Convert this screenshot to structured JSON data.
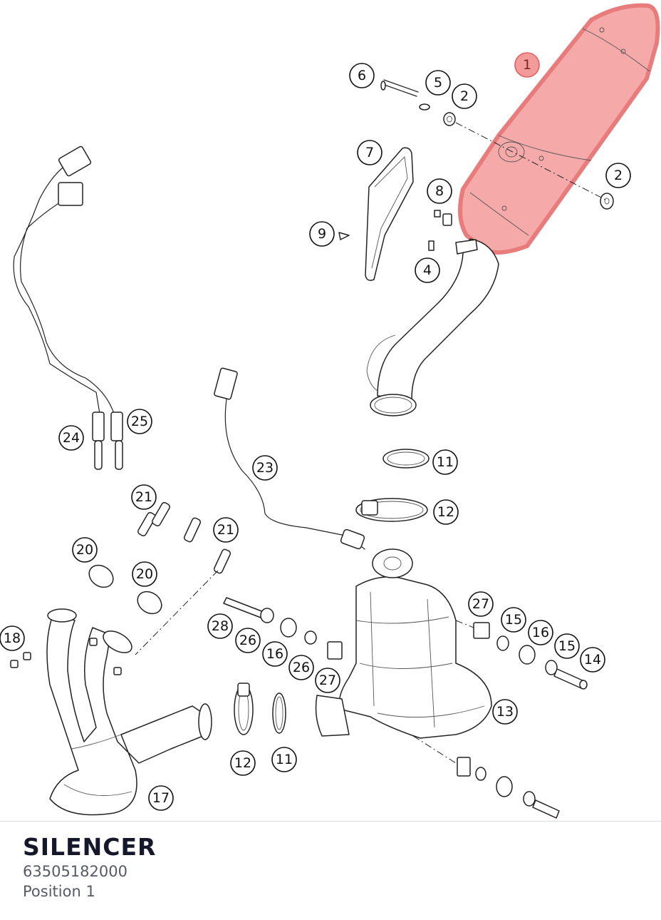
{
  "part": {
    "title": "SILENCER",
    "number": "63505182000",
    "position": "Position 1"
  },
  "highlight_color": "#f08c8c",
  "callouts": [
    {
      "id": "1",
      "label": "1",
      "highlight": true
    },
    {
      "id": "6",
      "label": "6"
    },
    {
      "id": "5",
      "label": "5"
    },
    {
      "id": "2a",
      "label": "2"
    },
    {
      "id": "2b",
      "label": "2"
    },
    {
      "id": "7",
      "label": "7"
    },
    {
      "id": "8",
      "label": "8"
    },
    {
      "id": "9",
      "label": "9"
    },
    {
      "id": "4",
      "label": "4"
    },
    {
      "id": "25",
      "label": "25"
    },
    {
      "id": "24",
      "label": "24"
    },
    {
      "id": "23",
      "label": "23"
    },
    {
      "id": "11a",
      "label": "11"
    },
    {
      "id": "12a",
      "label": "12"
    },
    {
      "id": "21a",
      "label": "21"
    },
    {
      "id": "21b",
      "label": "21"
    },
    {
      "id": "20a",
      "label": "20"
    },
    {
      "id": "20b",
      "label": "20"
    },
    {
      "id": "27a",
      "label": "27"
    },
    {
      "id": "15a",
      "label": "15"
    },
    {
      "id": "16a",
      "label": "16"
    },
    {
      "id": "15b",
      "label": "15"
    },
    {
      "id": "14",
      "label": "14"
    },
    {
      "id": "28",
      "label": "28"
    },
    {
      "id": "26a",
      "label": "26"
    },
    {
      "id": "16b",
      "label": "16"
    },
    {
      "id": "26b",
      "label": "26"
    },
    {
      "id": "27b",
      "label": "27"
    },
    {
      "id": "18",
      "label": "18"
    },
    {
      "id": "13",
      "label": "13"
    },
    {
      "id": "12b",
      "label": "12"
    },
    {
      "id": "11b",
      "label": "11"
    },
    {
      "id": "17",
      "label": "17"
    }
  ]
}
